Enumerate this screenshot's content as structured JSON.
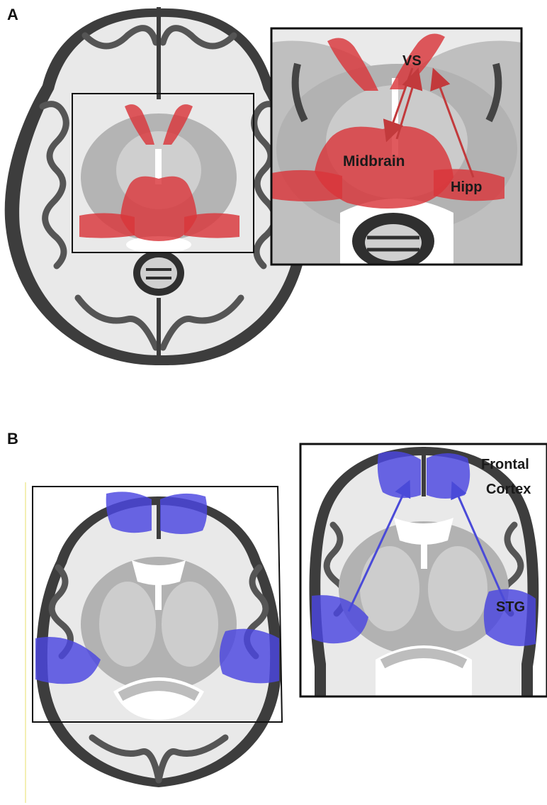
{
  "panels": {
    "a": {
      "letter": "A"
    },
    "b": {
      "letter": "B"
    }
  },
  "labels": {
    "vs": "VS",
    "midbrain": "Midbrain",
    "hipp": "Hipp",
    "frontal_line1": "Frontal",
    "frontal_line2": "Cortex",
    "stg": "STG"
  },
  "colors": {
    "red_region": "#d9363b",
    "blue_region": "#4a46e0",
    "red_arrow": "#c23a3c",
    "blue_arrow": "#4a4ad8",
    "brain_dark": "#3a3a3a",
    "brain_mid": "#9a9a9a",
    "brain_light": "#e8e8e8",
    "frame": "#111111"
  }
}
